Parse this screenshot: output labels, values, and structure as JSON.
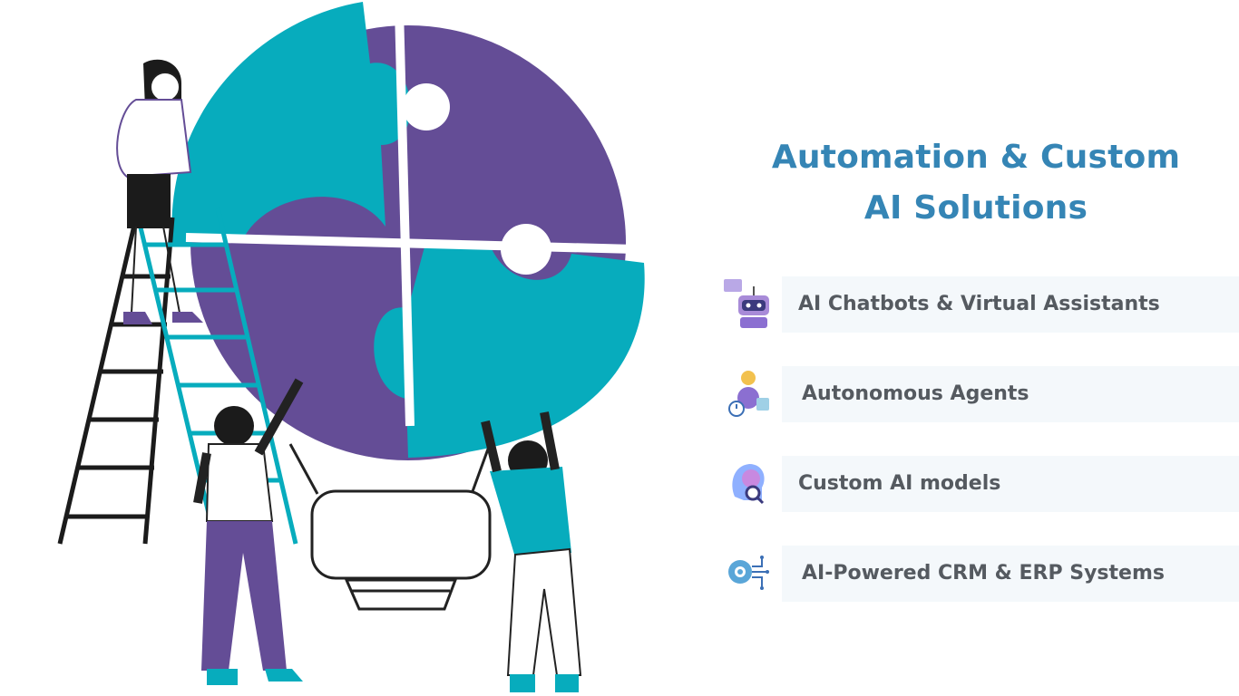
{
  "title": {
    "line1": "Automation & Custom",
    "line2": "AI Solutions"
  },
  "features": [
    {
      "label": "AI Chatbots & Virtual Assistants",
      "icon": "chatbot-robot-icon"
    },
    {
      "label": "Autonomous Agents",
      "icon": "autonomous-agent-icon"
    },
    {
      "label": "Custom AI models",
      "icon": "ai-head-icon"
    },
    {
      "label": "AI-Powered CRM & ERP Systems",
      "icon": "gear-circuit-icon"
    }
  ],
  "colors": {
    "teal": "#07acbd",
    "purple": "#644d96",
    "heading": "#3585b5",
    "text": "#555a60",
    "item_bg": "#f4f8fb"
  }
}
